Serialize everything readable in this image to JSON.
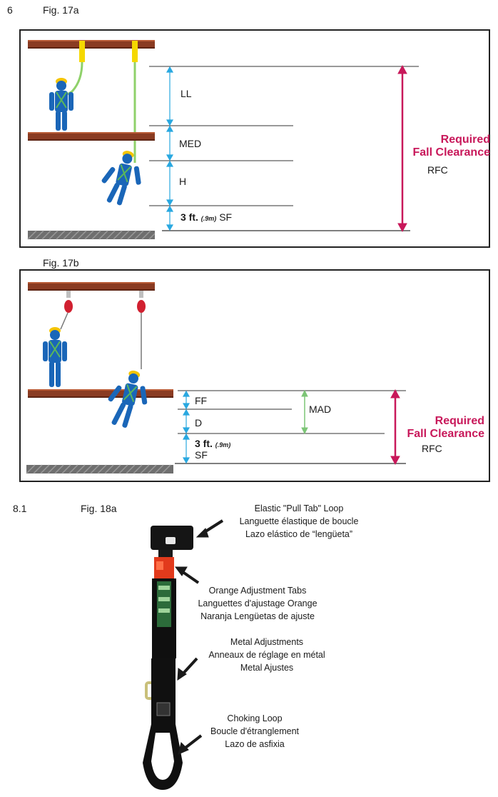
{
  "page": {
    "section_number": "6",
    "fig17a_label": "Fig. 17a",
    "fig17b_label": "Fig. 17b",
    "section_81": "8.1",
    "fig18a_label": "Fig. 18a"
  },
  "fig17a": {
    "ll": "LL",
    "med": "MED",
    "h": "H",
    "sf_value": "3 ft.",
    "sf_metric": "(.9m)",
    "sf": "SF",
    "rfc_title_1": "Required",
    "rfc_title_2": "Fall Clearance",
    "rfc": "RFC"
  },
  "fig17b": {
    "ff": "FF",
    "d": "D",
    "mad": "MAD",
    "sf_value": "3 ft.",
    "sf_metric": "(.9m)",
    "sf": "SF",
    "rfc_title_1": "Required",
    "rfc_title_2": "Fall Clearance",
    "rfc": "RFC"
  },
  "fig18a": {
    "callouts": [
      {
        "lines": [
          "Elastic \"Pull Tab\" Loop",
          "Languette élastique de boucle",
          "Lazo elástico de “lengüeta”"
        ]
      },
      {
        "lines": [
          "Orange Adjustment Tabs",
          "Languettes d'ajustage Orange",
          "Naranja Lengüetas de ajuste"
        ]
      },
      {
        "lines": [
          "Metal Adjustments",
          "Anneaux de réglage en métal",
          "Metal Ajustes"
        ]
      },
      {
        "lines": [
          "Choking Loop",
          "Boucle d'étranglement",
          "Lazo de asfixia"
        ]
      }
    ]
  },
  "colors": {
    "beam": "#8a3b22",
    "worker": "#1a66b8",
    "harness": "#5bb85a",
    "hardhat": "#f5c400",
    "lanyard": "#8fd16a",
    "rfc_arrow": "#c8185a",
    "dim_line": "#29a8e0",
    "mad_line": "#7cc576",
    "srl": "#d12030"
  }
}
